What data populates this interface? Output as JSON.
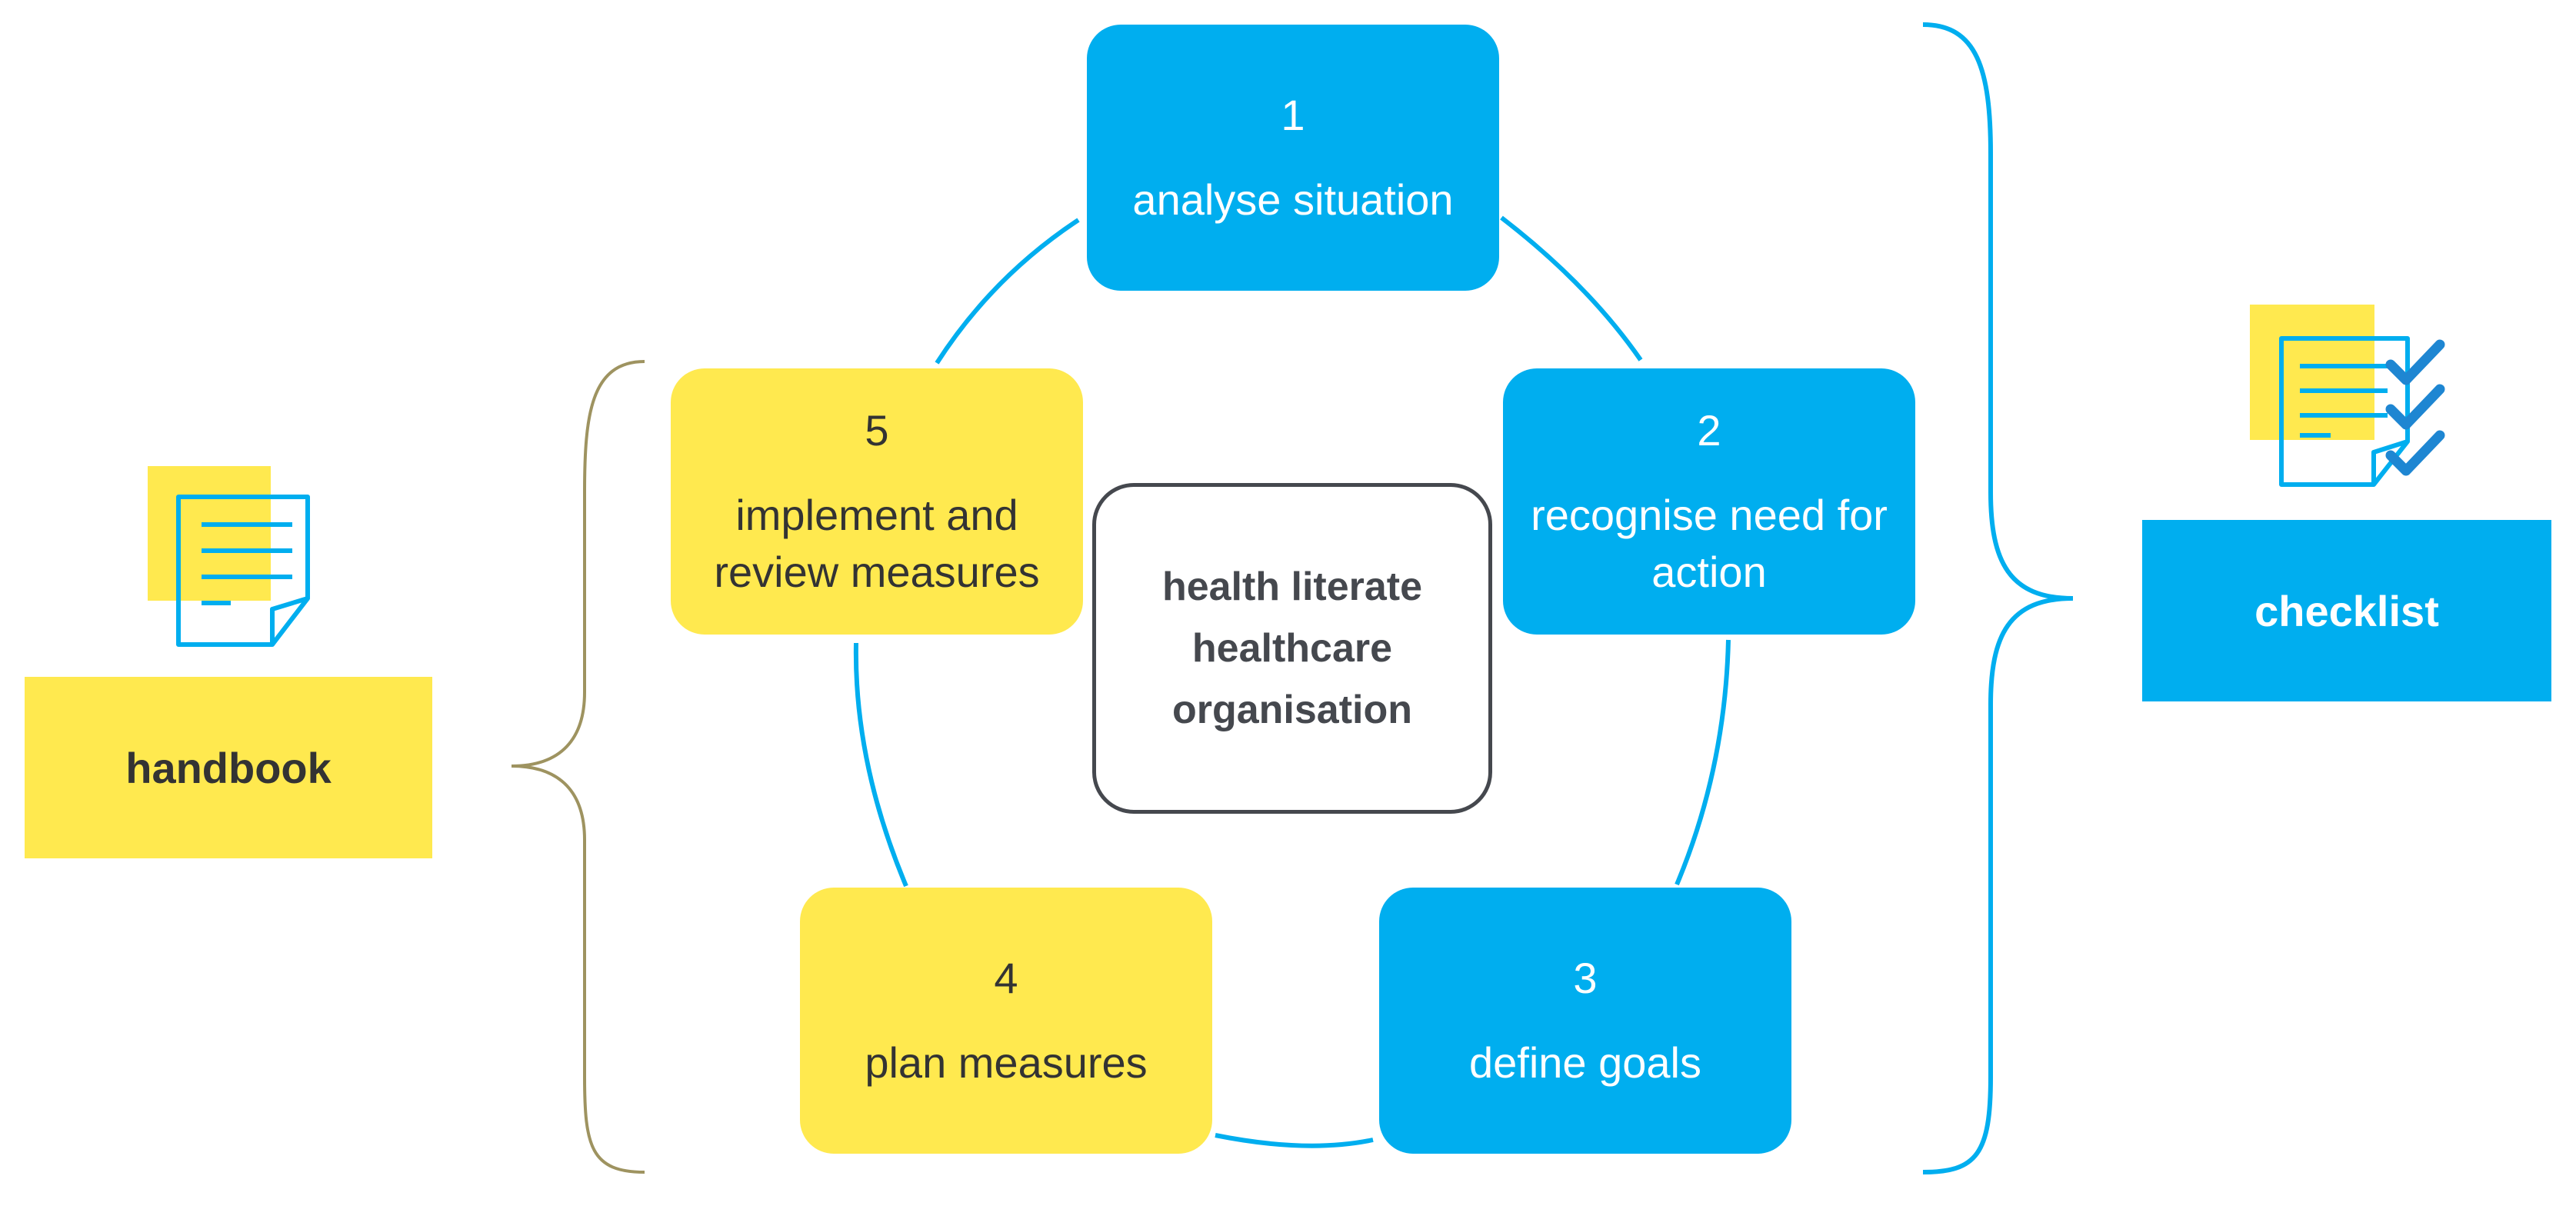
{
  "colors": {
    "blue": "#00AEEF",
    "yellow": "#FFE94F",
    "dark_text": "#45484E",
    "bracket_left": "#9E9360"
  },
  "center": {
    "lines": [
      "health literate",
      "healthcare",
      "organisation"
    ]
  },
  "steps": [
    {
      "number": "1",
      "label": "analyse situation",
      "color": "blue"
    },
    {
      "number": "2",
      "label": "recognise need for action",
      "color": "blue"
    },
    {
      "number": "3",
      "label": "define goals",
      "color": "blue"
    },
    {
      "number": "4",
      "label": "plan measures",
      "color": "yellow"
    },
    {
      "number": "5",
      "label": "implement and review measures",
      "color": "yellow"
    }
  ],
  "resources": {
    "handbook": {
      "label": "handbook",
      "icon": "document-icon"
    },
    "checklist": {
      "label": "checklist",
      "icon": "checklist-icon"
    }
  }
}
